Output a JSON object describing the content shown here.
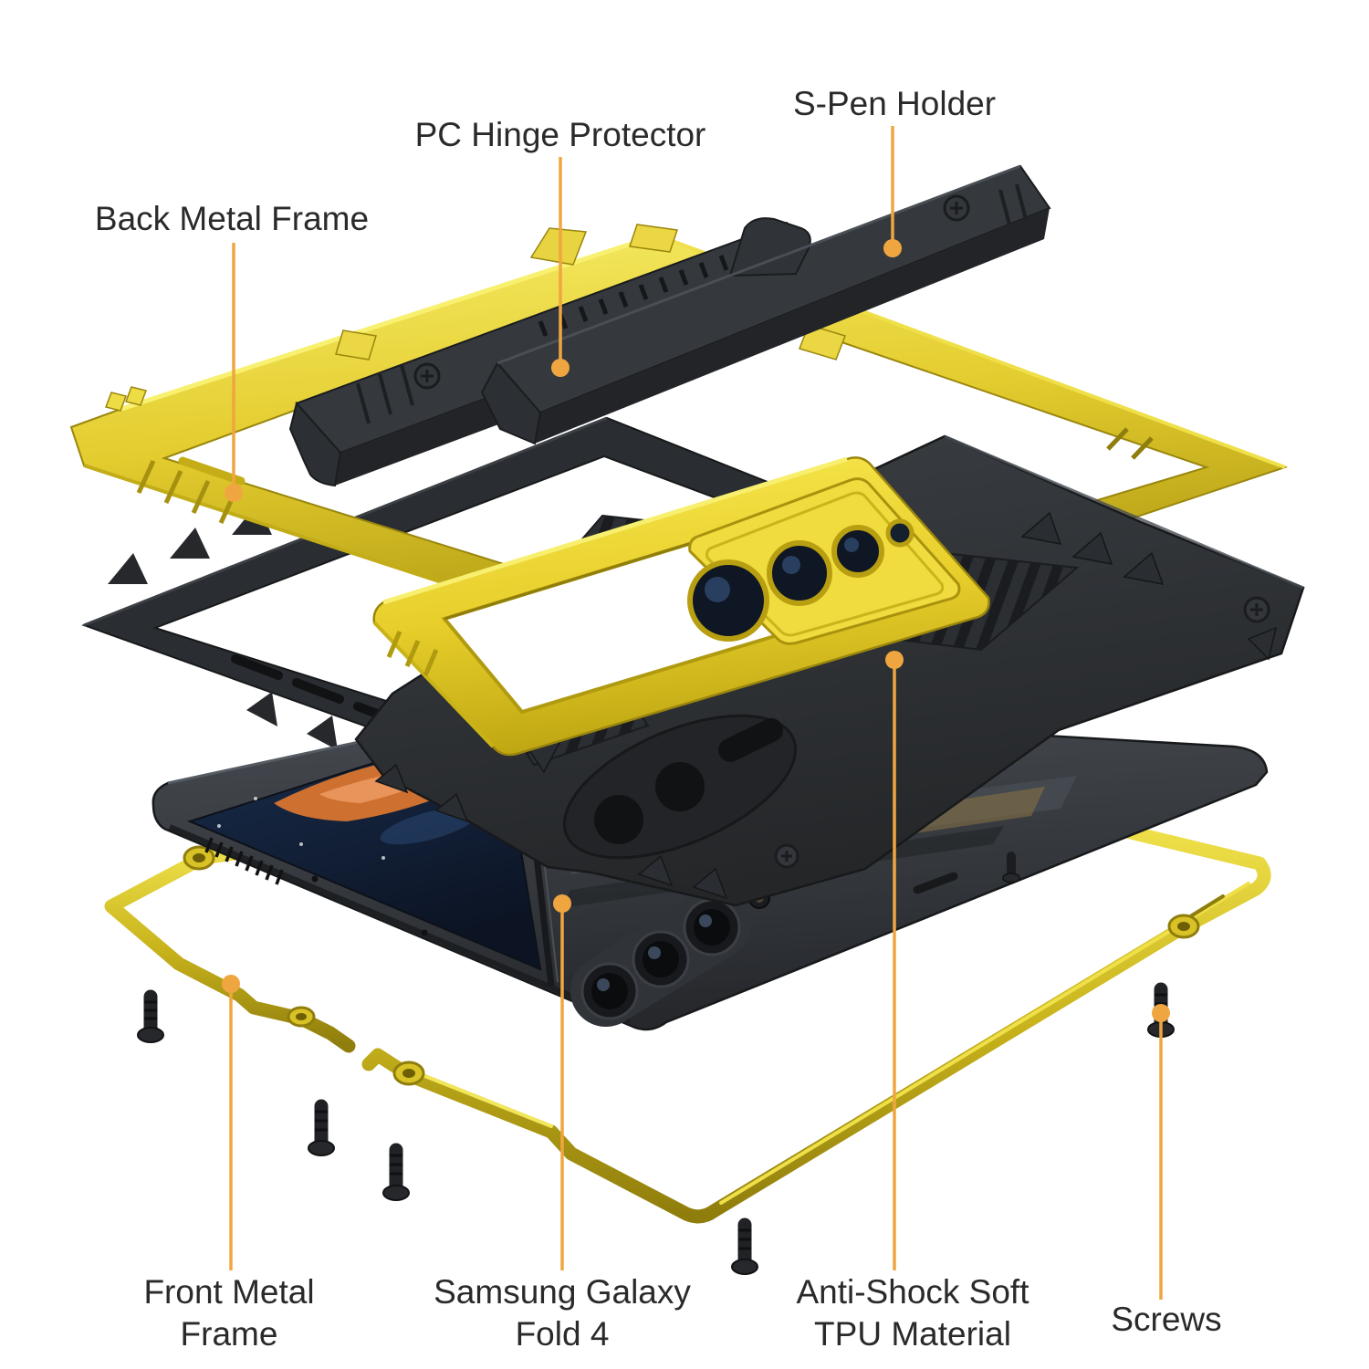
{
  "diagram": {
    "type": "exploded-view product diagram",
    "subject": "Rugged metal full-body case for Samsung Galaxy Fold 4",
    "background_color": "#FFFFFF",
    "leader_line_color": "#F0A640",
    "label_text_color": "#2A2A2A"
  },
  "labels": {
    "pc_hinge_protector": {
      "text": "PC Hinge Protector"
    },
    "s_pen_holder": {
      "text": "S-Pen Holder"
    },
    "back_metal_frame": {
      "text": "Back Metal Frame"
    },
    "front_metal_frame": {
      "line1": "Front Metal",
      "line2": "Frame"
    },
    "samsung_galaxy_fold_4": {
      "line1": "Samsung Galaxy",
      "line2": "Fold 4"
    },
    "anti_shock_tpu": {
      "line1": "Anti-Shock Soft",
      "line2": "TPU Material"
    },
    "screws": {
      "text": "Screws"
    }
  },
  "parts": [
    {
      "name": "S-Pen Holder",
      "color": "#2E3236"
    },
    {
      "name": "PC Hinge Protector",
      "color": "#2E3236"
    },
    {
      "name": "Back Metal Frame",
      "color": "#E3CC2E"
    },
    {
      "name": "Back camera plate",
      "color": "#EBD330"
    },
    {
      "name": "Anti-Shock Soft TPU Material",
      "color": "#2B2E32"
    },
    {
      "name": "Samsung Galaxy Fold 4",
      "color": "#34383D"
    },
    {
      "name": "Front Metal Frame",
      "color": "#C9B41C"
    },
    {
      "name": "Screws",
      "color": "#202225"
    }
  ],
  "screw_count": 5,
  "style": {
    "yellow_bright": "#F6EC65",
    "yellow_main": "#E3CC2E",
    "yellow_dark": "#C9B41C",
    "yellow_shadow": "#8F7D0C",
    "black_part": "#2E3134",
    "phone_body": "#383C41",
    "screen_navy": "#122038",
    "screen_orange": "#CE7030"
  }
}
